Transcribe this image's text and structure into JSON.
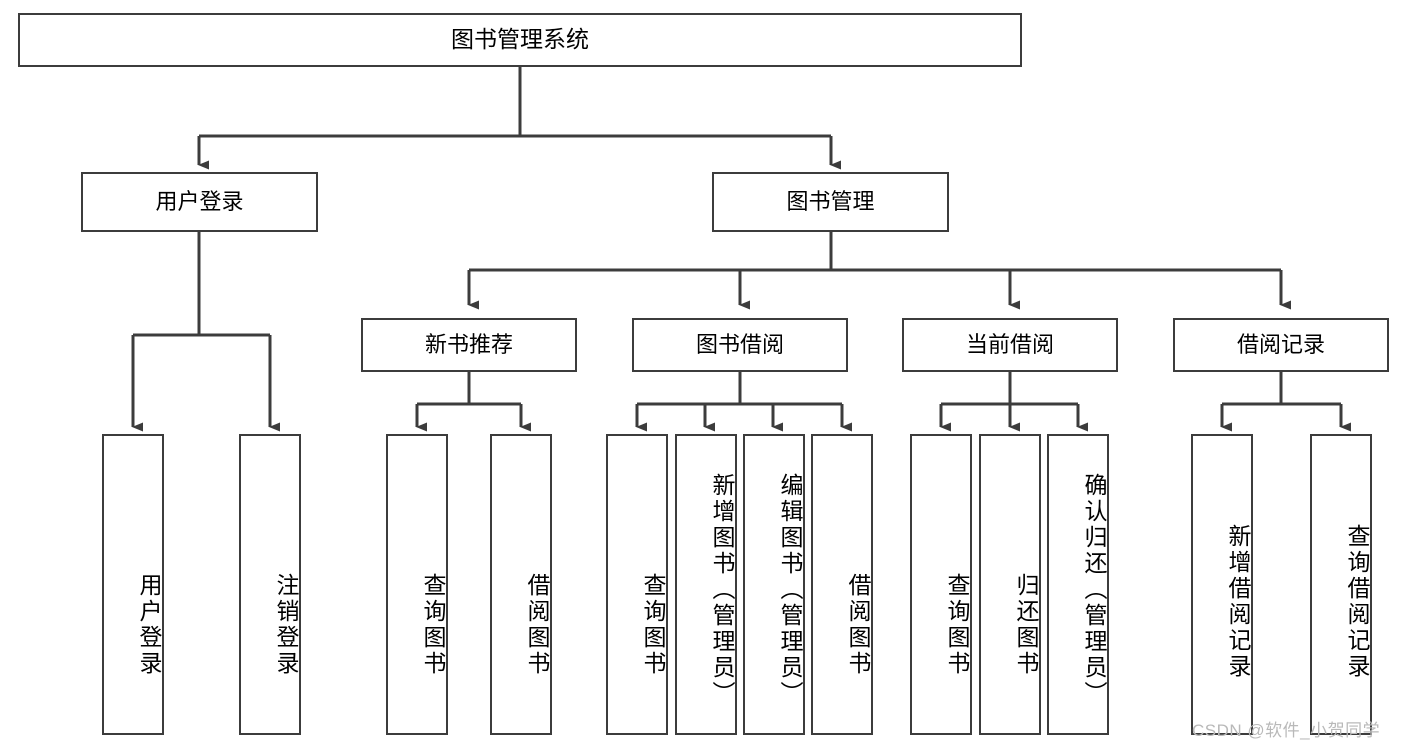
{
  "diagram": {
    "title": "图书管理系统",
    "background_color": "#ffffff",
    "line_color": "#3c3c3c",
    "text_color": "#000000",
    "levels": {
      "root": {
        "label": "图书管理系统"
      },
      "level1": [
        {
          "label": "用户登录"
        },
        {
          "label": "图书管理"
        }
      ],
      "level2": [
        {
          "label": "新书推荐"
        },
        {
          "label": "图书借阅"
        },
        {
          "label": "当前借阅"
        },
        {
          "label": "借阅记录"
        }
      ],
      "leaves": {
        "user_login": [
          {
            "label": "用户登录"
          },
          {
            "label": "注销登录"
          }
        ],
        "new_book_recommend": [
          {
            "label": "查询图书"
          },
          {
            "label": "借阅图书"
          }
        ],
        "book_borrow": [
          {
            "label": "查询图书"
          },
          {
            "label": "新增图书（管理员）"
          },
          {
            "label": "编辑图书（管理员）"
          },
          {
            "label": "借阅图书"
          }
        ],
        "current_borrow": [
          {
            "label": "查询图书"
          },
          {
            "label": "归还图书"
          },
          {
            "label": "确认归还（管理员）"
          }
        ],
        "borrow_record": [
          {
            "label": "新增借阅记录"
          },
          {
            "label": "查询借阅记录"
          }
        ]
      }
    }
  },
  "watermark": {
    "text": "CSDN @软件_小贺同学"
  }
}
